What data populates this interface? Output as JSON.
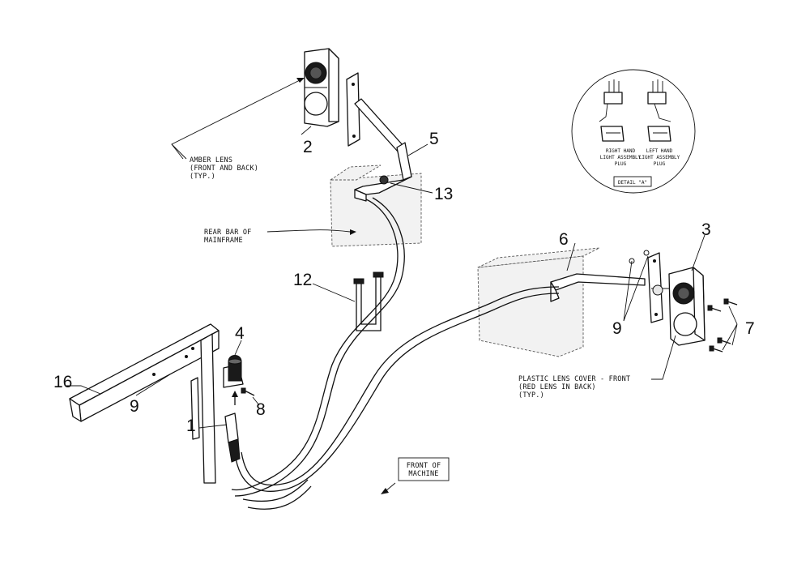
{
  "callouts": {
    "c1": "1",
    "c2": "2",
    "c3": "3",
    "c4": "4",
    "c5": "5",
    "c6": "6",
    "c7": "7",
    "c8": "8",
    "c9_left": "9",
    "c9_right": "9",
    "c12": "12",
    "c13": "13",
    "c16": "16"
  },
  "notes": {
    "amber_lens": [
      "AMBER LENS",
      "(FRONT AND BACK)",
      "(TYP.)"
    ],
    "rear_bar": [
      "REAR BAR OF",
      "MAINFRAME"
    ],
    "plastic_lens": [
      "PLASTIC LENS COVER - FRONT",
      "(RED LENS IN BACK)",
      "(TYP.)"
    ],
    "front_of_machine": [
      "FRONT OF",
      "MACHINE"
    ]
  },
  "detail": {
    "right_plug": [
      "RIGHT HAND",
      "LIGHT ASSEMBLY",
      "PLUG"
    ],
    "left_plug": [
      "LEFT HAND",
      "LIGHT ASSEMBLY",
      "PLUG"
    ],
    "title": "DETAIL \"A\""
  }
}
